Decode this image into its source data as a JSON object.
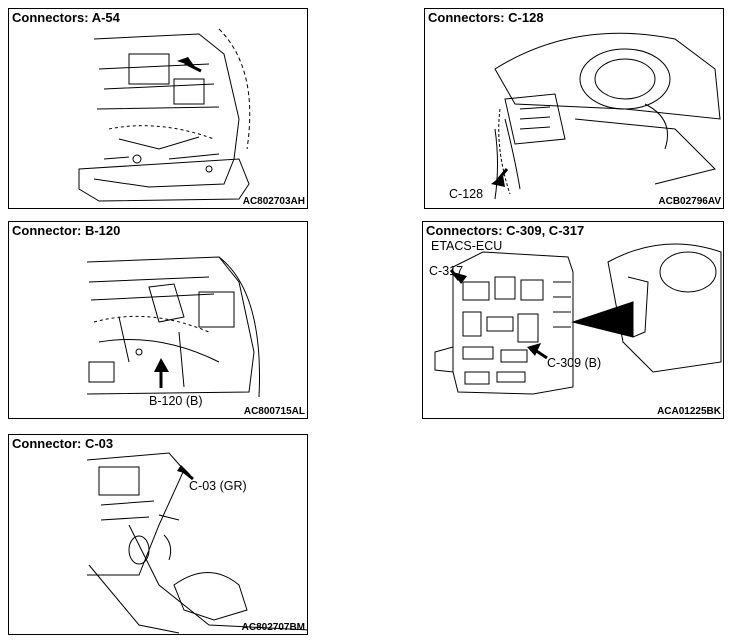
{
  "panels": {
    "a54": {
      "title": "Connectors: A-54",
      "code": "AC802703AH"
    },
    "c128": {
      "title": "Connectors: C-128",
      "code": "ACB02796AV",
      "label": "C-128"
    },
    "b120": {
      "title": "Connector: B-120",
      "code": "AC800715AL",
      "label": "B-120 (B)"
    },
    "c309": {
      "title": "Connectors: C-309, C-317",
      "code": "ACA01225BK",
      "unit_label": "ETACS-ECU",
      "label_c317": "C-317",
      "label_c309": "C-309 (B)"
    },
    "c03": {
      "title": "Connector: C-03",
      "code": "AC802707BM",
      "label": "C-03 (GR)"
    }
  }
}
